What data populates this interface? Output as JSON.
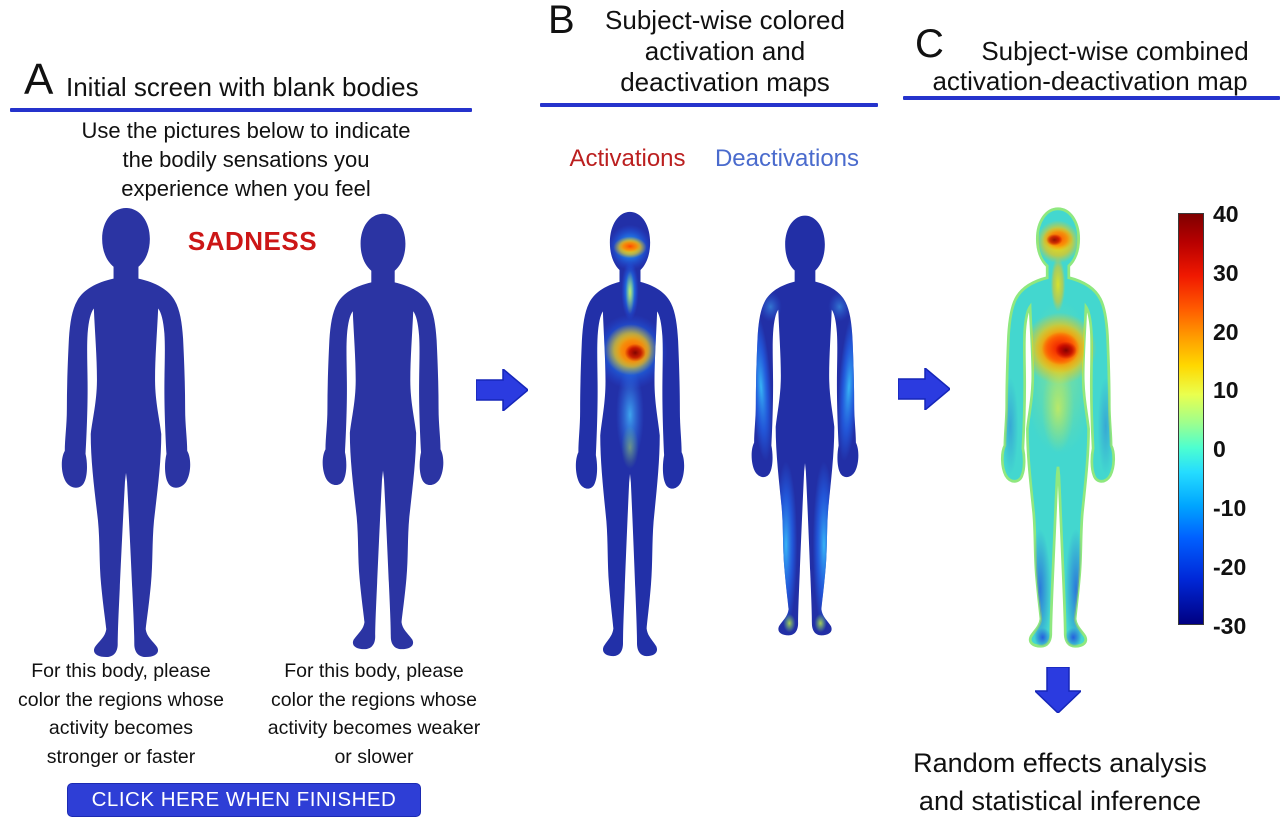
{
  "panelA": {
    "label": "A",
    "title": "Initial screen with blank bodies",
    "instruction": "Use the pictures below to indicate\nthe bodily sensations you\nexperience when you feel",
    "emotion": "SADNESS",
    "caption_left": "For this body, please\ncolor the regions whose\nactivity becomes\nstronger or faster",
    "caption_right": "For this body, please\ncolor the regions whose\nactivity becomes weaker\nor slower",
    "button": "CLICK HERE WHEN FINISHED"
  },
  "panelB": {
    "label": "B",
    "title": "Subject-wise colored\nactivation and\ndeactivation maps",
    "activations": "Activations",
    "deactivations": "Deactivations"
  },
  "panelC": {
    "label": "C",
    "title_line1": "Subject-wise combined",
    "title_line2": "activation-deactivation map",
    "footer": "Random effects analysis\nand statistical inference",
    "colorbar": {
      "max": 40,
      "min": -30,
      "ticks": [
        "40",
        "30",
        "20",
        "10",
        "0",
        "-10",
        "-20",
        "-30"
      ]
    }
  },
  "icons": {
    "right_arrow": "right-arrow",
    "down_arrow": "down-arrow"
  },
  "colors": {
    "body_blank_blue": "#2b34a3",
    "accent_underline_blue": "#2533cc",
    "button_blue": "#2e3ed6",
    "arrow_blue": "#2b3be0",
    "emotion_red": "#cc1616",
    "activations_red": "#bb1f1f",
    "deactivations_blue": "#4a6bcd",
    "combined_body_cyan": "#43d7cf"
  }
}
